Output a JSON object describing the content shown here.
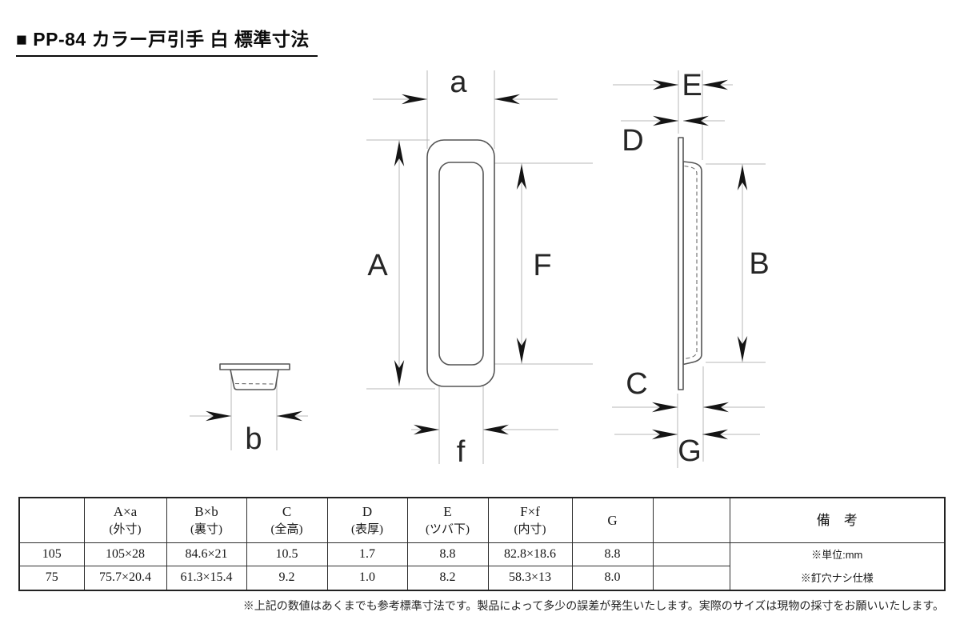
{
  "title": "■ PP-84 カラー戸引手 白 標準寸法",
  "diagram": {
    "labels": {
      "a": "a",
      "A": "A",
      "F": "F",
      "f": "f",
      "b": "b",
      "E": "E",
      "D": "D",
      "B": "B",
      "C": "C",
      "G": "G"
    }
  },
  "table": {
    "headers": [
      {
        "top": "",
        "bottom": ""
      },
      {
        "top": "A×a",
        "bottom": "(外寸)"
      },
      {
        "top": "B×b",
        "bottom": "(裏寸)"
      },
      {
        "top": "C",
        "bottom": "(全高)"
      },
      {
        "top": "D",
        "bottom": "(表厚)"
      },
      {
        "top": "E",
        "bottom": "(ツバ下)"
      },
      {
        "top": "F×f",
        "bottom": "(内寸)"
      },
      {
        "top": "G",
        "bottom": ""
      },
      {
        "top": "",
        "bottom": ""
      },
      {
        "top": "備　考",
        "bottom": ""
      }
    ],
    "rows": [
      {
        "cells": [
          "105",
          "105×28",
          "84.6×21",
          "10.5",
          "1.7",
          "8.8",
          "82.8×18.6",
          "8.8",
          ""
        ]
      },
      {
        "cells": [
          "75",
          "75.7×20.4",
          "61.3×15.4",
          "9.2",
          "1.0",
          "8.2",
          "58.3×13",
          "8.0",
          ""
        ]
      }
    ],
    "remarks": [
      "※単位:mm",
      "※釘穴ナシ仕様"
    ]
  },
  "footer_note": "※上記の数値はあくまでも参考標準寸法です。製品によって多少の誤差が発生いたします。実際のサイズは現物の採寸をお願いいたします。"
}
